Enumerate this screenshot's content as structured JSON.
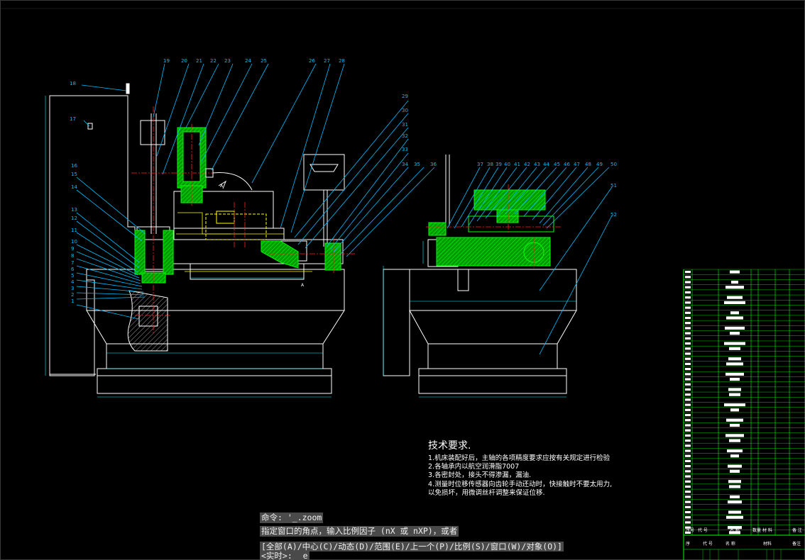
{
  "balloons_front": [
    "1",
    "2",
    "3",
    "4",
    "5",
    "6",
    "7",
    "8",
    "9",
    "10",
    "11",
    "12",
    "13",
    "14",
    "15",
    "16",
    "17",
    "18"
  ],
  "balloons_top": [
    "19",
    "20",
    "21",
    "22",
    "23",
    "24",
    "25",
    "26",
    "27",
    "28"
  ],
  "balloons_right_col": [
    "29",
    "30",
    "31",
    "32",
    "33",
    "34",
    "35",
    "36"
  ],
  "balloons_side": [
    "37",
    "38",
    "39",
    "40",
    "41",
    "42",
    "43",
    "44",
    "45",
    "46",
    "47",
    "48",
    "49",
    "50",
    "51",
    "52"
  ],
  "section_marks": {
    "a1": "A",
    "a2": "A"
  },
  "tech_requirements": {
    "title": "技术要求.",
    "lines": [
      "1.机床装配好后，主轴的各项精度要求应按有关规定进行检验",
      "2.各轴承内以航空润滑脂7007",
      "3.各密封处，接头不得渗漏，漏油.",
      "4.测量时位移传感器向齿轮手动还动时，快接触时不要太用力,",
      "以免损坏，用微调丝杆调整来保证位移."
    ]
  },
  "bom": {
    "header": [
      "序号",
      "代 号",
      "名 称",
      "数量",
      "材 料",
      "备 注"
    ],
    "header_bottom": [
      "序",
      "代 号",
      "名 称",
      "材料",
      "备注"
    ]
  },
  "command_line": {
    "history1": "命令: '_.zoom",
    "history2": "指定窗口的角点，输入比例因子 (nX 或 nXP)，或者",
    "options": "[全部(A)/中心(C)/动态(D)/范围(E)/上一个(P)/比例(S)/窗口(W)/对象(O)]",
    "prompt": "<实时>:",
    "input": "e"
  },
  "colors": {
    "outline": "#ffffff",
    "leader": "#00bfff",
    "part": "#00ff00",
    "center": "#ff2020",
    "hidden": "#ffff00",
    "dimension": "#00ffff"
  }
}
